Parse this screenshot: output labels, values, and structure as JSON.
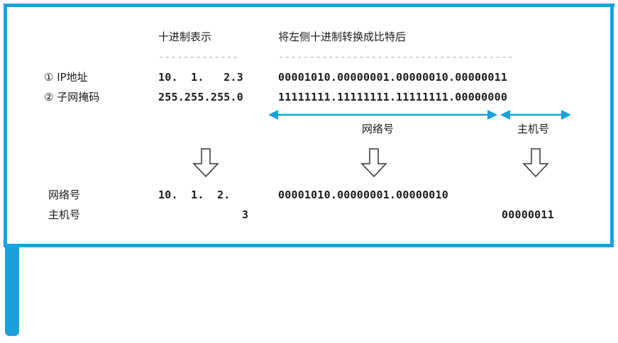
{
  "headers": {
    "decimal": "十进制表示",
    "binary": "将左侧十进制转换成比特后"
  },
  "divider": {
    "decimal": "-------------",
    "binary": "--------------------------------------"
  },
  "rows": {
    "ip": {
      "label": "① IP地址",
      "decimal": "10.  1.   2.3",
      "binary": "00001010.00000001.00000010.00000011"
    },
    "mask": {
      "label": "② 子网掩码",
      "decimal": "255.255.255.0",
      "binary": "11111111.11111111.11111111.00000000"
    }
  },
  "spans": {
    "network": "网络号",
    "host": "主机号"
  },
  "result": {
    "network": {
      "label": "网络号",
      "decimal": "10.  1.  2.",
      "binary": "00001010.00000001.00000010"
    },
    "host": {
      "label": "主机号",
      "decimal": "3",
      "binary": "00000011"
    }
  },
  "colors": {
    "frame": "#1aa0dc",
    "arrow": "#1aa0dc",
    "down_arrow_stroke": "#333333"
  }
}
